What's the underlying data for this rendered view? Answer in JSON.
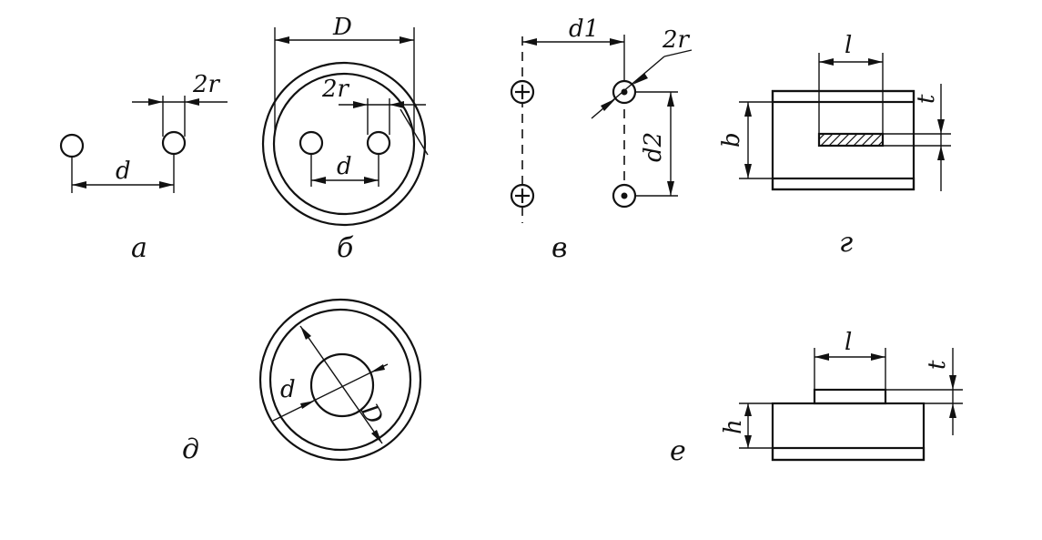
{
  "figure": {
    "a": {
      "caption": "а",
      "dim_d": "d",
      "dim_2r": "2r"
    },
    "b": {
      "caption": "б",
      "dim_D": "D",
      "dim_d": "d",
      "dim_2r": "2r"
    },
    "v": {
      "caption": "в",
      "dim_d1": "d1",
      "dim_d2": "d2",
      "dim_2r": "2r",
      "plus_symbol": "+"
    },
    "g": {
      "caption": "г",
      "dim_l": "l",
      "dim_b": "b",
      "dim_t": "t"
    },
    "d": {
      "caption": "д",
      "dim_d": "d",
      "dim_D": "D"
    },
    "e": {
      "caption": "е",
      "dim_l": "l",
      "dim_h": "h",
      "dim_t": "t"
    }
  },
  "colors": {
    "ink": "#111111",
    "background": "#ffffff"
  }
}
